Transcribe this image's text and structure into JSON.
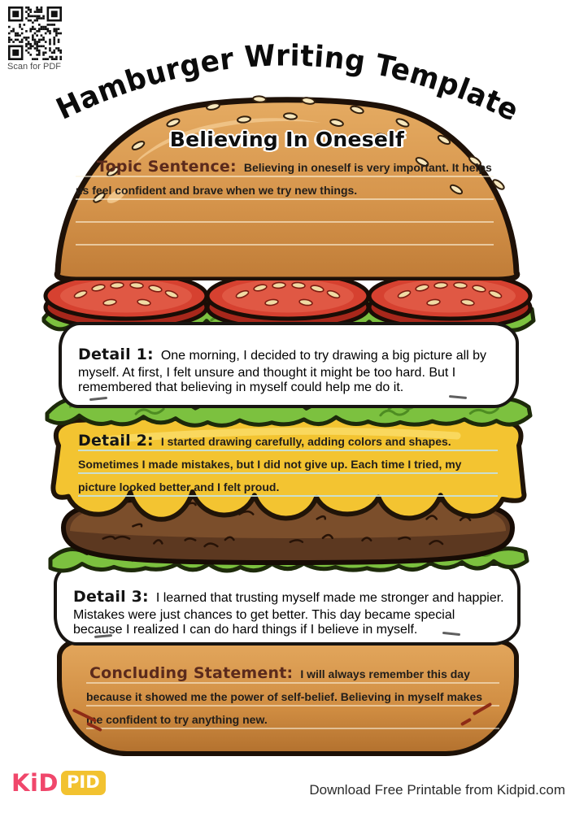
{
  "header": {
    "qr_caption": "Scan for PDF",
    "title": "Hamburger Writing Template"
  },
  "worksheet": {
    "essay_title": "Believing In Oneself",
    "topic": {
      "label": "Topic Sentence:",
      "text": "Believing in oneself is very important. It helps us feel confident and brave when we try new things."
    },
    "detail1": {
      "label": "Detail 1:",
      "text": "One morning, I decided to try drawing a big picture all by myself. At first, I felt unsure and thought it might be too hard. But I remembered that believing in myself could help me do it."
    },
    "detail2": {
      "label": "Detail 2:",
      "text": "I started drawing carefully, adding colors and shapes. Sometimes I made mistakes, but I did not give up. Each time I tried, my picture looked better and I felt proud."
    },
    "detail3": {
      "label": "Detail 3:",
      "text": "I learned that trusting myself made me stronger and happier. Mistakes were just chances to get better. This day became special because I realized I can do hard things if I believe in myself."
    },
    "conclusion": {
      "label": "Concluding Statement:",
      "text": "I will always remember this day because it showed me the power of self-belief. Believing in myself makes me confident to try anything new."
    }
  },
  "footer": {
    "logo_kid": "KiD",
    "logo_pid": "PID",
    "download_text": "Download Free Printable from Kidpid.com"
  },
  "colors": {
    "bun": "#D6954C",
    "tomato": "#D64130",
    "lettuce": "#7CC13F",
    "cheese": "#F3C431",
    "patty": "#5C3820",
    "label_brown": "#5B2A1C",
    "logo_pink": "#F0476B",
    "logo_yellow": "#F2C230"
  }
}
